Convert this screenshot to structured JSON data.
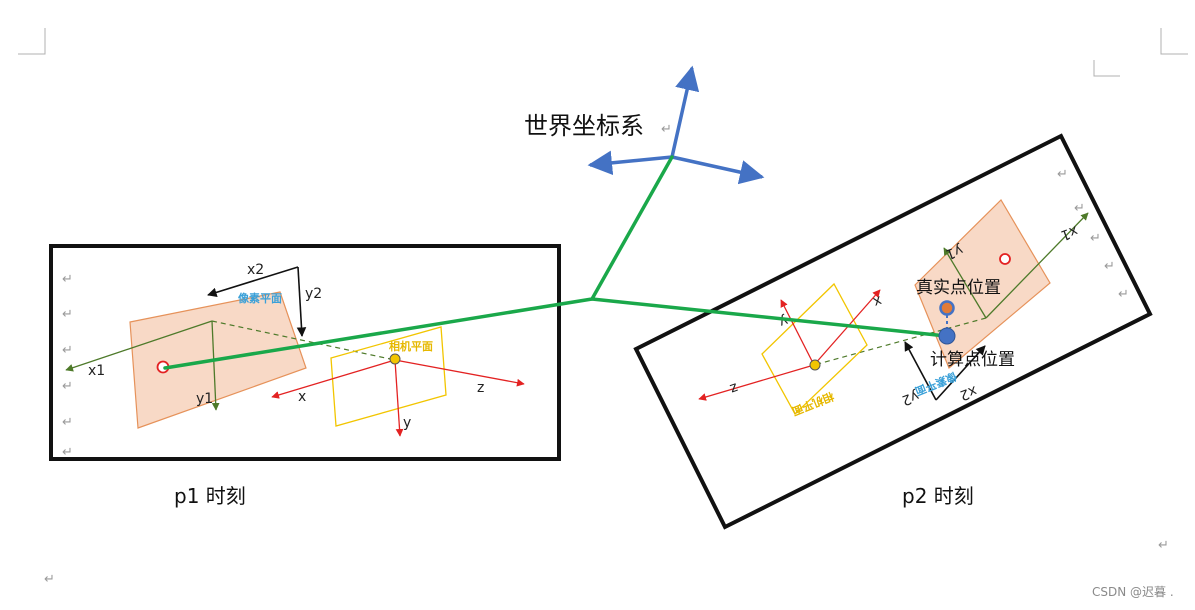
{
  "world": {
    "title": "世界坐标系"
  },
  "panel_left": {
    "pixel_plane": "像素平面",
    "camera_plane": "相机平面",
    "x1": "x1",
    "y1": "y1",
    "x2": "x2",
    "y2": "y2",
    "x": "x",
    "y": "y",
    "z": "z",
    "caption": "p1 时刻"
  },
  "panel_right": {
    "true_position": "真实点位置",
    "computed_position": "计算点位置",
    "camera_plane": "相机平面",
    "pixel_plane": "像素平面",
    "x1": "x1",
    "y1": "y1",
    "x2": "x2",
    "y2": "y2",
    "x": "x",
    "y": "y",
    "z": "z",
    "caption": "p2 时刻"
  },
  "paragraph_mark": "↵",
  "watermark": "CSDN @迟暮 ."
}
